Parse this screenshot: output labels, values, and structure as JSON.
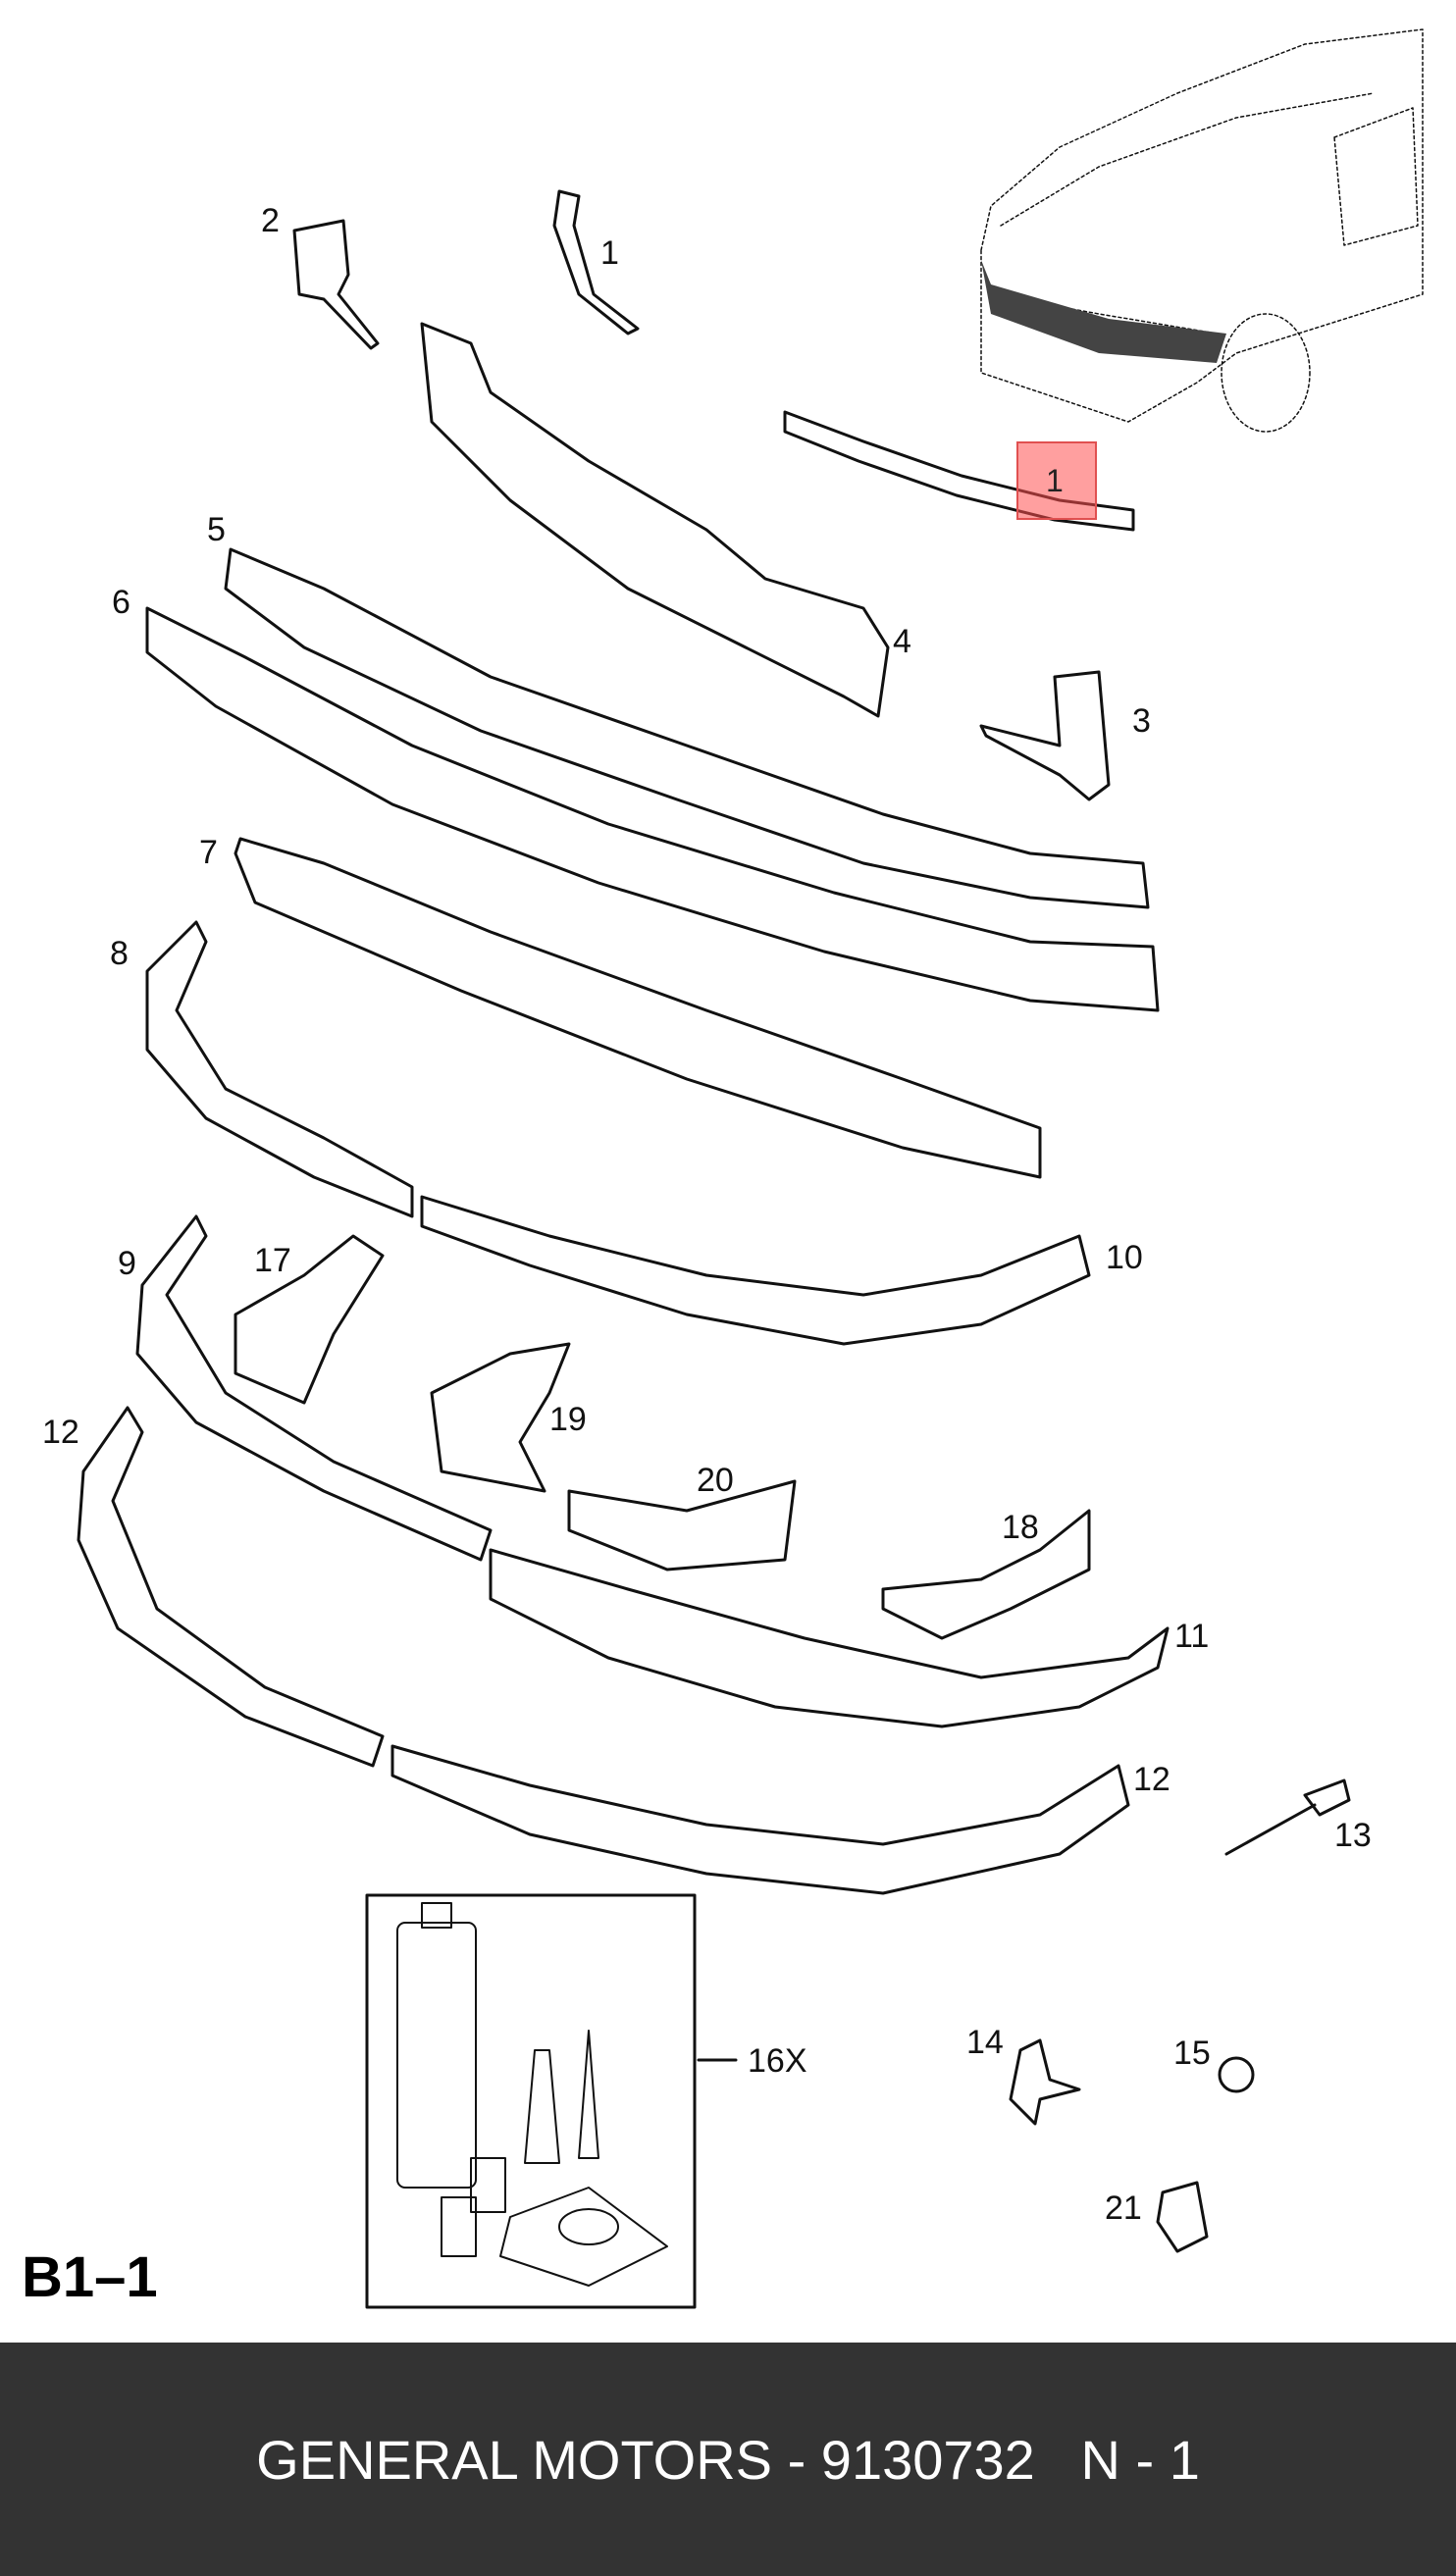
{
  "diagram": {
    "sheet_code": "B1–1",
    "highlighted_label": "1",
    "labels": [
      "2",
      "1",
      "4",
      "5",
      "6",
      "3",
      "7",
      "8",
      "9",
      "17",
      "10",
      "19",
      "12",
      "20",
      "18",
      "11",
      "12",
      "13",
      "16X",
      "14",
      "15",
      "21"
    ]
  },
  "footer": {
    "text": "GENERAL MOTORS - 9130732   N - 1"
  }
}
